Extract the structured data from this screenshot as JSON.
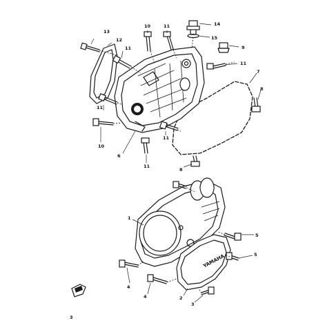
{
  "callouts": [
    {
      "id": "c14",
      "text": "14"
    },
    {
      "id": "c15",
      "text": "15"
    },
    {
      "id": "c13",
      "text": "13"
    },
    {
      "id": "c12",
      "text": "12"
    },
    {
      "id": "c10a",
      "text": "10"
    },
    {
      "id": "c11a",
      "text": "11"
    },
    {
      "id": "c11b",
      "text": "11"
    },
    {
      "id": "c9",
      "text": "9"
    },
    {
      "id": "c11c",
      "text": "11"
    },
    {
      "id": "c7",
      "text": "7"
    },
    {
      "id": "c8a",
      "text": "8"
    },
    {
      "id": "c11d",
      "text": "11"
    },
    {
      "id": "c11e",
      "text": "11"
    },
    {
      "id": "c10b",
      "text": "10"
    },
    {
      "id": "c6",
      "text": "6"
    },
    {
      "id": "c11f",
      "text": "11"
    },
    {
      "id": "c8b",
      "text": "8"
    },
    {
      "id": "c1",
      "text": "1"
    },
    {
      "id": "c5a",
      "text": "5"
    },
    {
      "id": "c5b",
      "text": "5"
    },
    {
      "id": "c4a",
      "text": "4"
    },
    {
      "id": "c4b",
      "text": "4"
    },
    {
      "id": "c2",
      "text": "2"
    },
    {
      "id": "c3",
      "text": "3"
    },
    {
      "id": "cfig",
      "text": "3"
    }
  ],
  "brand_text": "YAMAHA"
}
